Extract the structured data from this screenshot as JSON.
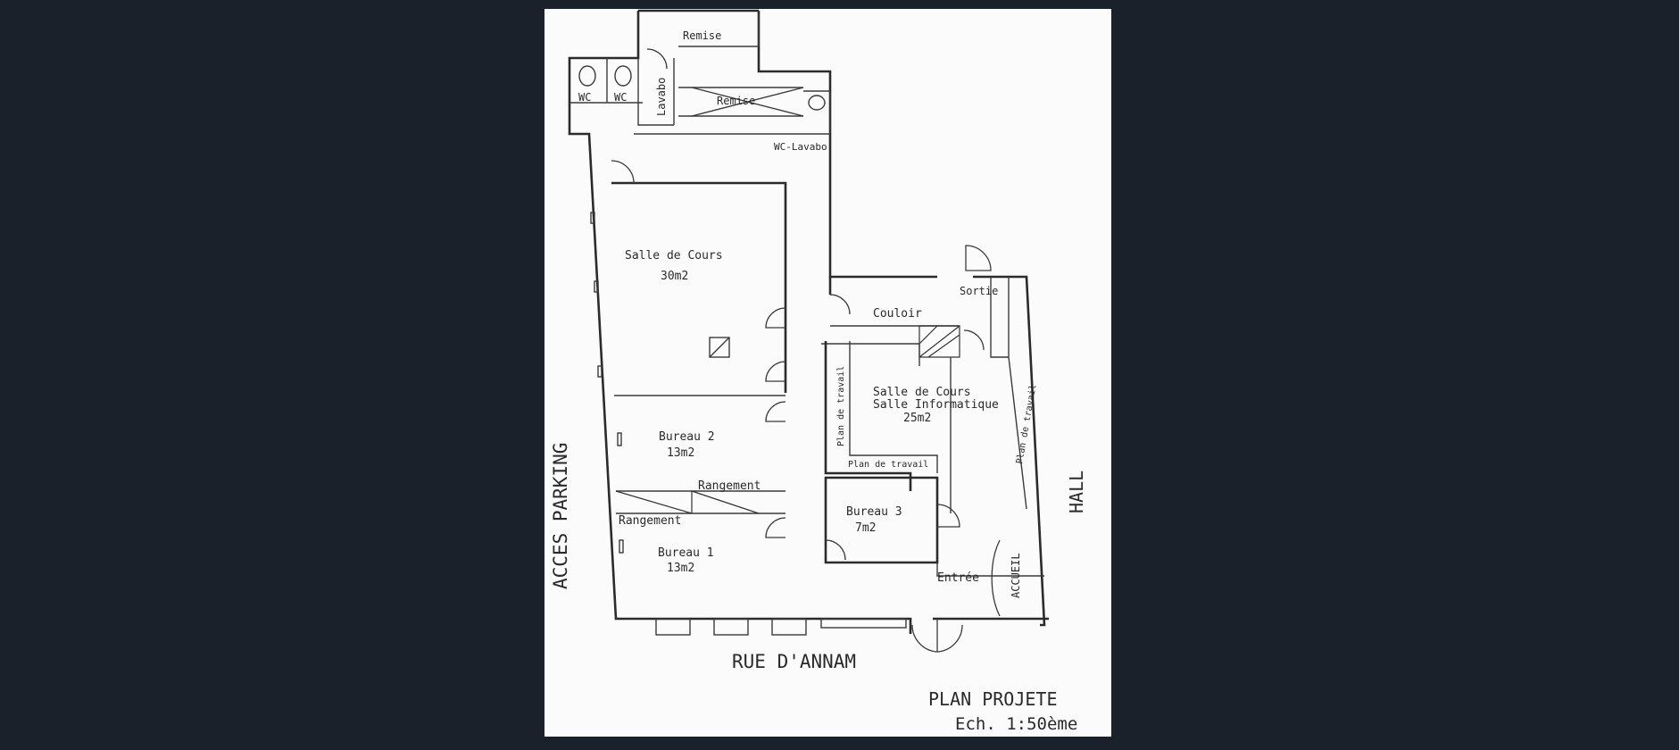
{
  "colors": {
    "background": "#1b212b",
    "paper": "#fbfbfb",
    "ink": "#2b2b2b"
  },
  "rooms": {
    "remise_top": "Remise",
    "remise_mid": "Remise",
    "wc_left": "WC",
    "wc_right": "WC",
    "lavabo": "Lavabo",
    "wc_lavabo": "WC-Lavabo",
    "salle_cours_1": "Salle de Cours",
    "salle_cours_1_area": "30m2",
    "couloir": "Couloir",
    "sortie": "Sortie",
    "salle_cours_2": "Salle de Cours",
    "salle_info": "Salle Informatique",
    "salle_cours_2_area": "25m2",
    "plan_travail_left": "Plan de travail",
    "plan_travail_bottom": "Plan de travail",
    "plan_travail_right": "Plan de travail",
    "bureau_2": "Bureau 2",
    "bureau_2_area": "13m2",
    "rangement_upper": "Rangement",
    "rangement_lower": "Rangement",
    "bureau_1": "Bureau 1",
    "bureau_1_area": "13m2",
    "bureau_3": "Bureau 3",
    "bureau_3_area": "7m2",
    "entree": "Entrée",
    "accueil": "ACCUEIL"
  },
  "surroundings": {
    "acces_parking": "ACCES PARKING",
    "hall": "HALL",
    "rue": "RUE D'ANNAM"
  },
  "caption": {
    "title": "PLAN PROJETE",
    "scale": "Ech. 1:50ème"
  }
}
